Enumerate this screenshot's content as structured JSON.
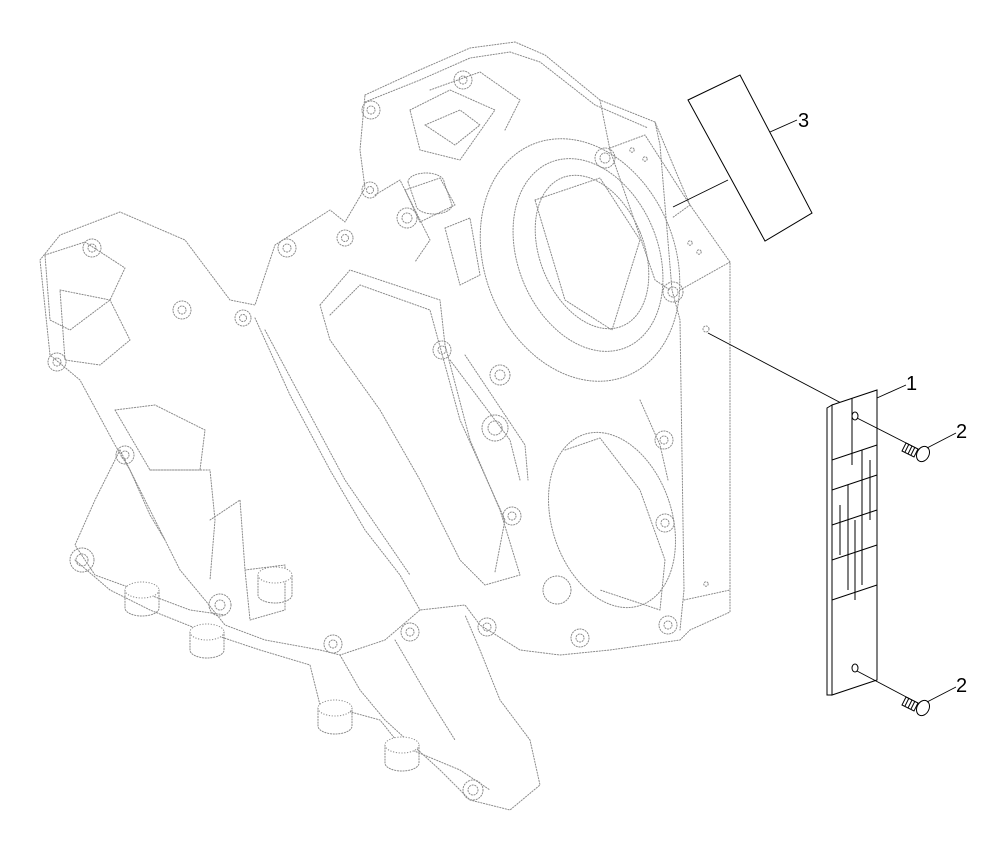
{
  "callouts": [
    {
      "id": "plate",
      "label": "1"
    },
    {
      "id": "screw-top",
      "label": "2"
    },
    {
      "id": "screw-bottom",
      "label": "2"
    },
    {
      "id": "decal",
      "label": "3"
    }
  ]
}
